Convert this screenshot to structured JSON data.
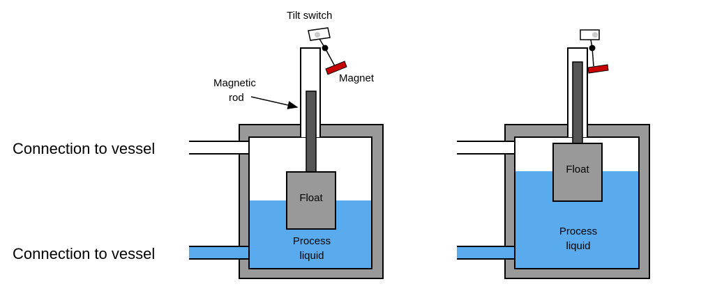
{
  "labels": {
    "connection_top": "Connection to vessel",
    "connection_bottom": "Connection to vessel",
    "tilt_switch": "Tilt switch",
    "magnet": "Magnet",
    "magnetic_rod_line1": "Magnetic",
    "magnetic_rod_line2": "rod",
    "float_left": "Float",
    "float_right": "Float",
    "process_left_line1": "Process",
    "process_left_line2": "liquid",
    "process_right_line1": "Process",
    "process_right_line2": "liquid"
  },
  "colors": {
    "wall": "#999999",
    "liquid": "#5aaaee",
    "float": "#999999",
    "rod": "#555555",
    "magnet": "#c80000",
    "outline": "#000000"
  }
}
